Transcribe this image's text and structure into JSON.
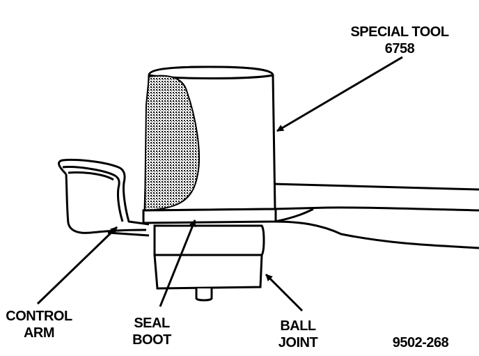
{
  "labels": {
    "special_tool_line1": "SPECIAL TOOL",
    "special_tool_line2": "6758",
    "control_arm_line1": "CONTROL",
    "control_arm_line2": "ARM",
    "seal_boot_line1": "SEAL",
    "seal_boot_line2": "BOOT",
    "ball_joint_line1": "BALL",
    "ball_joint_line2": "JOINT"
  },
  "figure_code": "9502-268"
}
